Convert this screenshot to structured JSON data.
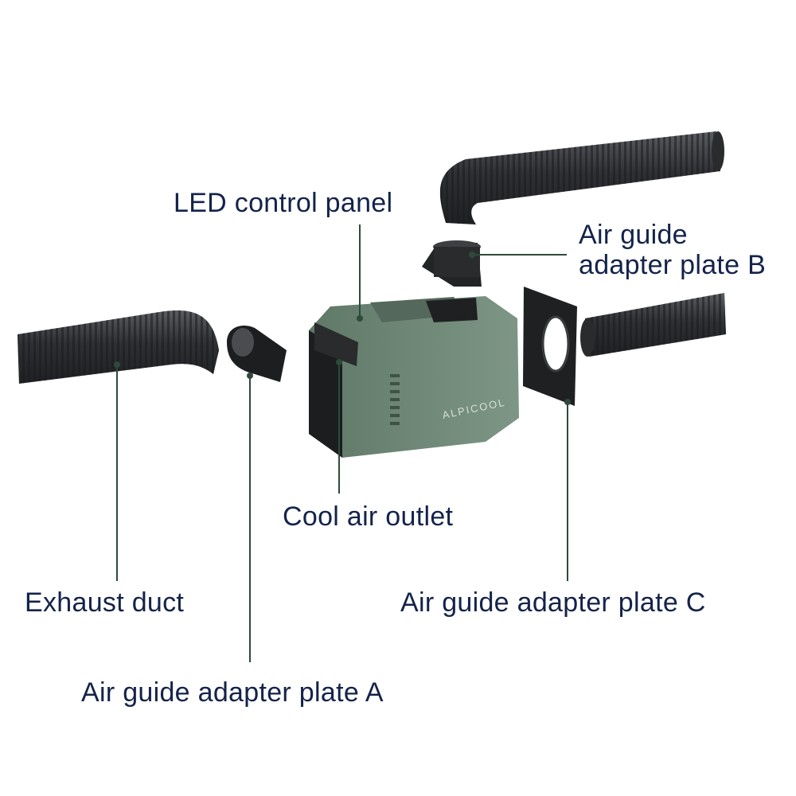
{
  "labels": {
    "led_control_panel": "LED control panel",
    "air_guide_b_line1": "Air guide",
    "air_guide_b_line2": "adapter plate B",
    "cool_air_outlet": "Cool air outlet",
    "exhaust_duct": "Exhaust duct",
    "air_guide_c": "Air guide adapter plate C",
    "air_guide_a": "Air guide adapter plate A"
  },
  "device": {
    "brand": "ALPICOOL"
  },
  "colors": {
    "label_text": "#14234a",
    "leader_line": "#2f4a3c",
    "body_green": "#6f8a78",
    "duct_dark": "#3a3c3f"
  }
}
